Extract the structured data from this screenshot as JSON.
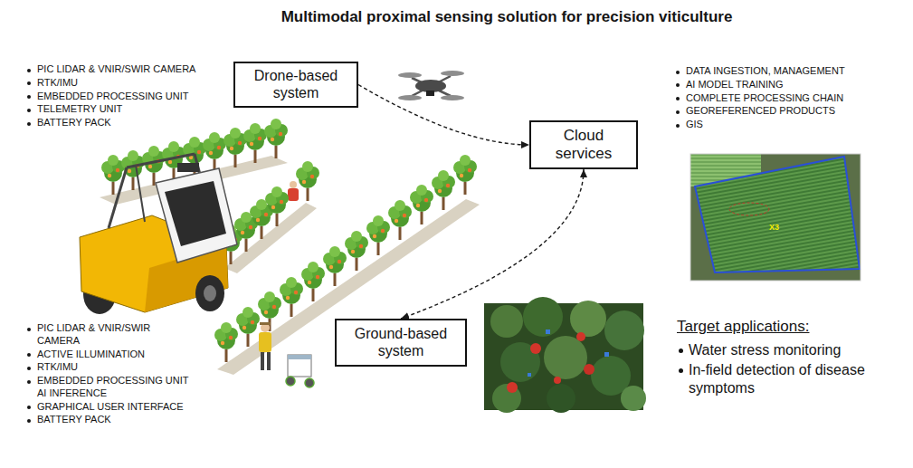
{
  "diagram": {
    "title": "Multimodal proximal sensing solution for precision viticulture",
    "nodes": [
      {
        "text": [
          "Drone-based system"
        ]
      },
      {
        "text": [
          "Cloud services"
        ]
      },
      {
        "text": [
          "Ground-based system"
        ]
      }
    ],
    "edges": [
      {
        "from": 0,
        "to": 1,
        "arrow": "to"
      },
      {
        "from": 1,
        "to": 2,
        "arrow": "both"
      }
    ],
    "labels": [
      "PIC LIDAR & VNIR/SWIR CAMERA",
      "RTK/IMU",
      "EMBEDDED PROCESSING UNIT",
      "TELEMETRY UNIT",
      "BATTERY PACK",
      "DATA INGESTION, MANAGEMENT",
      "AI MODEL TRAINING",
      "COMPLETE PROCESSING CHAIN",
      "GEOREFERENCED PRODUCTS",
      "GIS",
      "PIC LIDAR & VNIR/SWIR CAMERA",
      "ACTIVE ILLUMINATION",
      "RTK/IMU",
      "EMBEDDED PROCESSING UNIT AI INFERENCE",
      "GRAPHICAL USER INTERFACE",
      "BATTERY PACK",
      "Target applications:",
      "Water stress monitoring",
      "In-field detection of disease symptoms",
      "X3"
    ]
  }
}
